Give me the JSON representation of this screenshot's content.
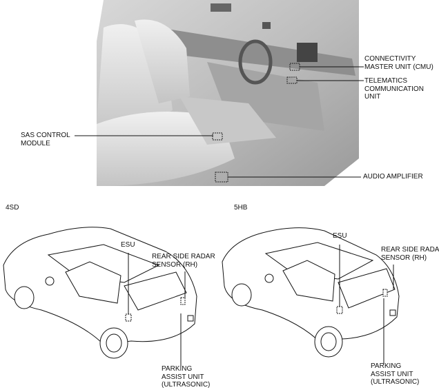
{
  "interior": {
    "cmu_label": [
      "CONNECTIVITY",
      "MASTER UNIT (CMU)"
    ],
    "tcu_label": [
      "TELEMATICS",
      "COMMUNICATION",
      "UNIT"
    ],
    "sas_label": [
      "SAS CONTROL",
      "MODULE"
    ],
    "amp_label": "AUDIO AMPLIFIER"
  },
  "sedan": {
    "variant": "4SD",
    "esu_label": "ESU",
    "radar_label": [
      "REAR SIDE RADAR",
      "SENSOR (RH)"
    ],
    "parking_label": [
      "PARKING",
      "ASSIST UNIT",
      "(ULTRASONIC)"
    ]
  },
  "hatchback": {
    "variant": "5HB",
    "esu_label": "ESU",
    "radar_label": [
      "REAR SIDE RADAR",
      "SENSOR (RH)"
    ],
    "parking_label": [
      "PARKING",
      "ASSIST UNIT",
      "(ULTRASONIC)"
    ]
  }
}
